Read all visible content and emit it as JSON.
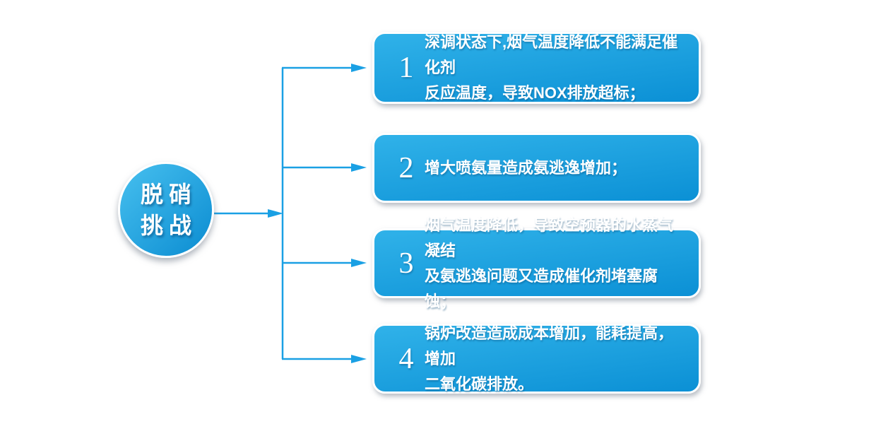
{
  "diagram": {
    "root": {
      "label": "脱硝\n挑战"
    },
    "items": [
      {
        "number": "1",
        "text": "深调状态下,烟气温度降低不能满足催化剂\n反应温度，导致NOX排放超标；"
      },
      {
        "number": "2",
        "text": "增大喷氨量造成氨逃逸增加；"
      },
      {
        "number": "3",
        "text": "烟气温度降低，导致空预器的水蒸气凝结\n及氨逃逸问题又造成催化剂堵塞腐蚀；"
      },
      {
        "number": "4",
        "text": "锅炉改造造成成本增加，能耗提高，增加\n二氧化碳排放。"
      }
    ],
    "colors": {
      "connector": "#1aa0e4",
      "box_gradient_top": "#30b2e9",
      "box_gradient_bottom": "#0b90d5",
      "circle_gradient_light": "#47c0ef",
      "circle_gradient_dark": "#0b8cd1",
      "text": "#ffffff"
    }
  }
}
